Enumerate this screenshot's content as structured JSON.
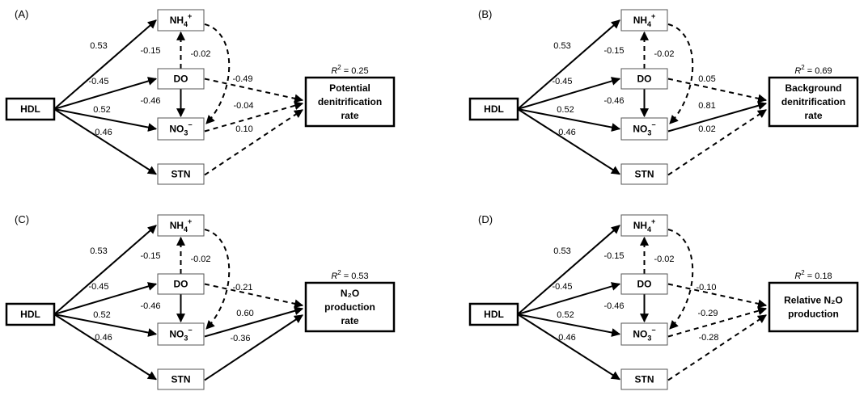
{
  "figure": {
    "panels": [
      {
        "id": "A",
        "label": "(A)",
        "target": {
          "lines": [
            "Potential",
            "denitrification",
            "rate"
          ],
          "r2_label": "R",
          "r2_value": " = 0.25"
        },
        "edges_to_target": [
          {
            "from": "DO",
            "coef": "-0.49",
            "significant": false
          },
          {
            "from": "NO3",
            "coef": "-0.04",
            "significant": false
          },
          {
            "from": "STN",
            "coef": "0.10",
            "significant": false
          }
        ]
      },
      {
        "id": "B",
        "label": "(B)",
        "target": {
          "lines": [
            "Background",
            "denitrification",
            "rate"
          ],
          "r2_label": "R",
          "r2_value": " = 0.69"
        },
        "edges_to_target": [
          {
            "from": "DO",
            "coef": "0.05",
            "significant": false
          },
          {
            "from": "NO3",
            "coef": "0.81",
            "significant": true
          },
          {
            "from": "STN",
            "coef": "0.02",
            "significant": false
          }
        ]
      },
      {
        "id": "C",
        "label": "(C)",
        "target": {
          "lines": [
            "N₂O",
            "production",
            "rate"
          ],
          "r2_label": "R",
          "r2_value": " = 0.53"
        },
        "edges_to_target": [
          {
            "from": "DO",
            "coef": "-0.21",
            "significant": false
          },
          {
            "from": "NO3",
            "coef": "0.60",
            "significant": true
          },
          {
            "from": "STN",
            "coef": "-0.36",
            "significant": true
          }
        ]
      },
      {
        "id": "D",
        "label": "(D)",
        "target": {
          "lines": [
            "Relative N₂O",
            "production"
          ],
          "r2_label": "R",
          "r2_value": " = 0.18"
        },
        "edges_to_target": [
          {
            "from": "DO",
            "coef": "-0.10",
            "significant": false
          },
          {
            "from": "NO3",
            "coef": "-0.29",
            "significant": false
          },
          {
            "from": "STN",
            "coef": "-0.28",
            "significant": false
          }
        ]
      }
    ],
    "nodes": {
      "HDL": {
        "text": "HDL"
      },
      "NH4": {
        "base": "NH",
        "sub": "4",
        "sup": "+"
      },
      "DO": {
        "text": "DO"
      },
      "NO3": {
        "base": "NO",
        "sub": "3",
        "sup": "−"
      },
      "STN": {
        "text": "STN"
      }
    },
    "shared_edges": [
      {
        "from": "HDL",
        "to": "NH4",
        "coef": "0.53",
        "significant": true
      },
      {
        "from": "HDL",
        "to": "DO",
        "coef": "-0.45",
        "significant": true
      },
      {
        "from": "HDL",
        "to": "NO3",
        "coef": "0.52",
        "significant": true
      },
      {
        "from": "HDL",
        "to": "STN",
        "coef": "0.46",
        "significant": true
      },
      {
        "from": "DO",
        "to": "NH4",
        "coef": "-0.15",
        "significant": false
      },
      {
        "from": "DO",
        "to": "NO3",
        "coef": "-0.46",
        "significant": true
      },
      {
        "from": "NH4",
        "to": "NO3",
        "coef": "-0.02",
        "significant": false
      }
    ],
    "r2_superscript": "2"
  }
}
